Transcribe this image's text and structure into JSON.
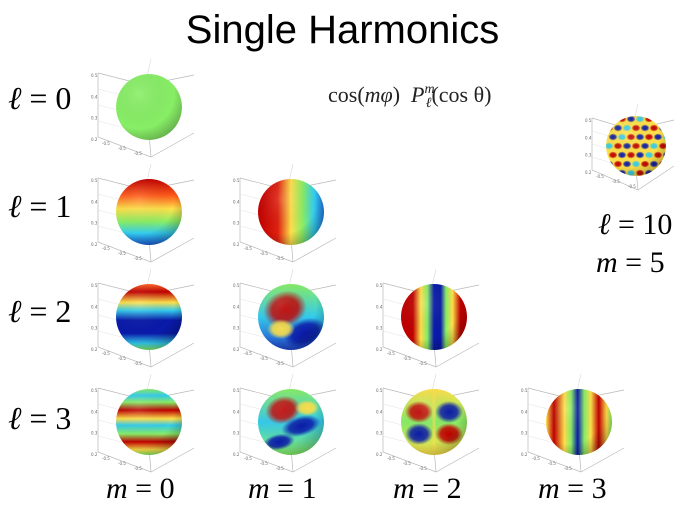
{
  "title": "Single Harmonics",
  "formula": {
    "pre": "cos(",
    "m": "m",
    "phi": "φ",
    "close": ")",
    "P": "P",
    "sup": "m",
    "sub": "ℓ",
    "post": "(cos θ)"
  },
  "rows": [
    {
      "var": "ℓ",
      "eq": " = ",
      "value": "0"
    },
    {
      "var": "ℓ",
      "eq": " = ",
      "value": "1"
    },
    {
      "var": "ℓ",
      "eq": " = ",
      "value": "2"
    },
    {
      "var": "ℓ",
      "eq": " = ",
      "value": "3"
    }
  ],
  "columns": [
    {
      "var": "m",
      "eq": " = ",
      "value": "0"
    },
    {
      "var": "m",
      "eq": " = ",
      "value": "1"
    },
    {
      "var": "m",
      "eq": " = ",
      "value": "2"
    },
    {
      "var": "m",
      "eq": " = ",
      "value": "3"
    }
  ],
  "extra": {
    "l_var": "ℓ",
    "l_eq": " = ",
    "l_value": "10",
    "m_var": "m",
    "m_eq": " = ",
    "m_value": "5"
  },
  "colors": {
    "red": "#c00000",
    "yellow": "#ffe14a",
    "green": "#88ee66",
    "cyan": "#33ccee",
    "blue": "#0a1aaa",
    "uniform": "#88ee66"
  }
}
